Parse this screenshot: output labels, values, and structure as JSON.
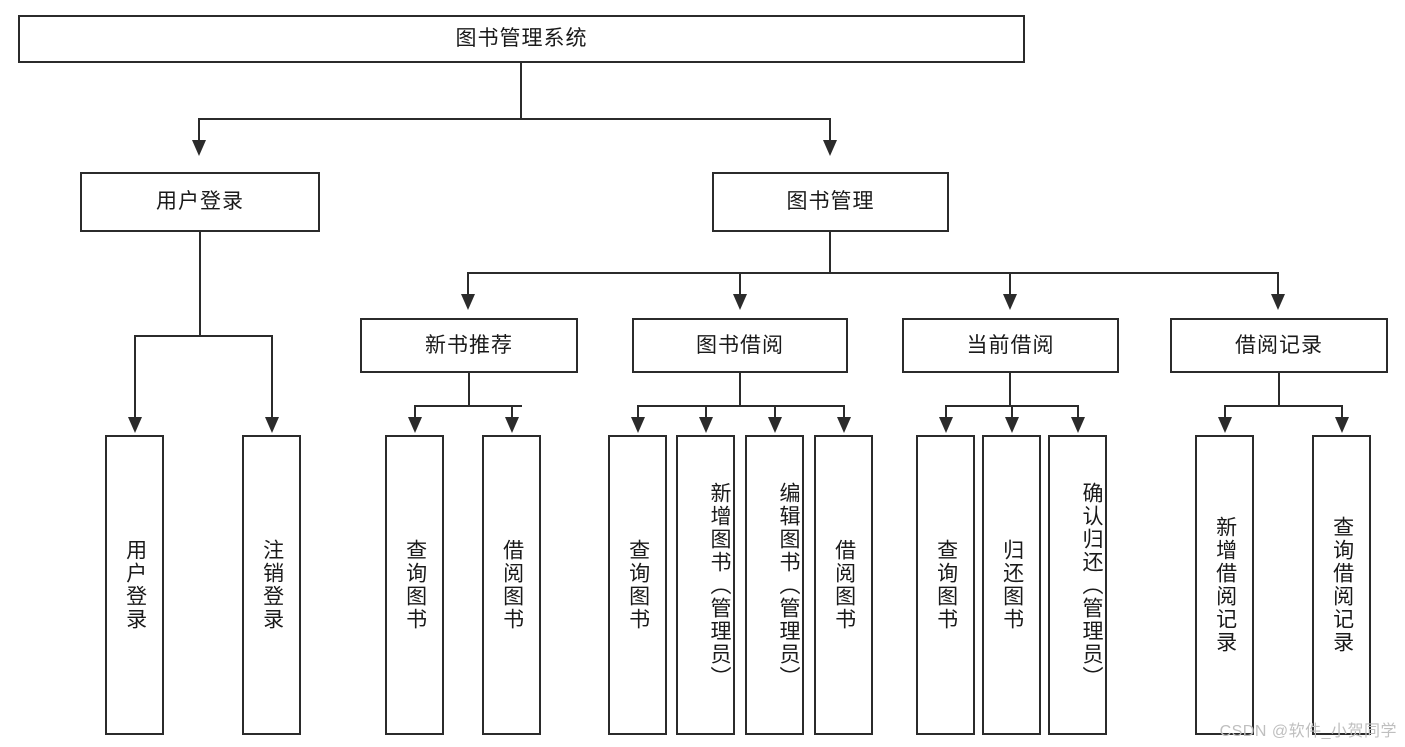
{
  "diagram": {
    "type": "tree",
    "title": "图书管理系统",
    "root": {
      "label": "图书管理系统"
    },
    "level1": [
      {
        "label": "用户登录"
      },
      {
        "label": "图书管理"
      }
    ],
    "level2": [
      {
        "label": "新书推荐"
      },
      {
        "label": "图书借阅"
      },
      {
        "label": "当前借阅"
      },
      {
        "label": "借阅记录"
      }
    ],
    "leaves": {
      "user_login": [
        {
          "label": "用户登录"
        },
        {
          "label": "注销登录"
        }
      ],
      "new_book_recommend": [
        {
          "label": "查询图书"
        },
        {
          "label": "借阅图书"
        }
      ],
      "book_borrow": [
        {
          "label": "查询图书"
        },
        {
          "label": "新增图书（管理员）"
        },
        {
          "label": "编辑图书（管理员）"
        },
        {
          "label": "借阅图书"
        }
      ],
      "current_borrow": [
        {
          "label": "查询图书"
        },
        {
          "label": "归还图书"
        },
        {
          "label": "确认归还（管理员）"
        }
      ],
      "borrow_record": [
        {
          "label": "新增借阅记录"
        },
        {
          "label": "查询借阅记录"
        }
      ]
    }
  },
  "watermark": {
    "text": "CSDN @软件_小贺同学"
  },
  "colors": {
    "stroke": "#2b2b2b",
    "fill": "#ffffff",
    "text": "#1a1a1a",
    "watermark": "#bfbfbf"
  }
}
